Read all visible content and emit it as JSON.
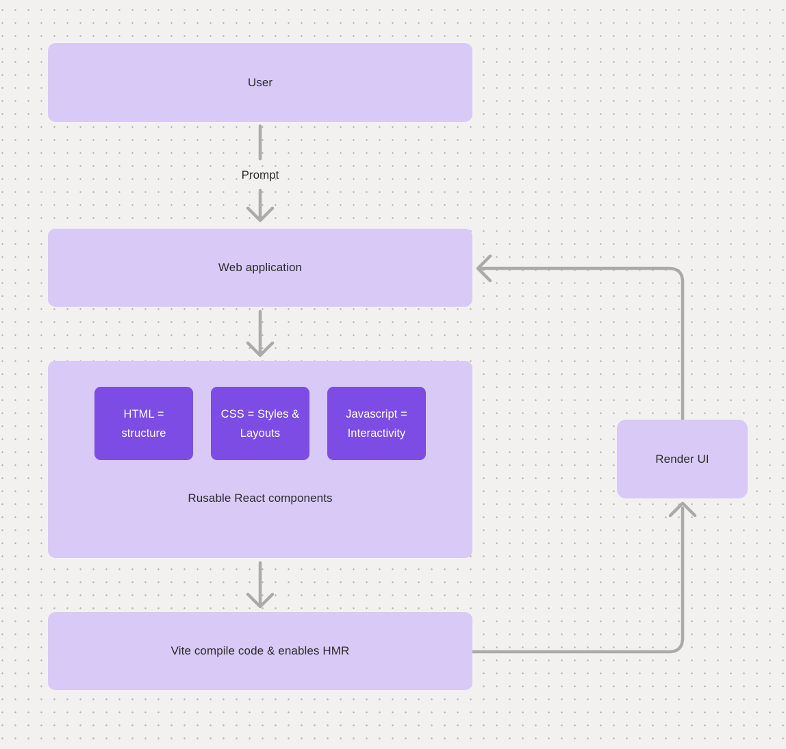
{
  "colors": {
    "canvas_bg": "#f2f1f0",
    "dot": "#b9b7b5",
    "node_fill": "#d8c9f6",
    "inner_node_fill": "#7c4ce5",
    "connector": "#abaaa8",
    "text_dark": "#2b2b2b",
    "text_light": "#ffffff"
  },
  "nodes": {
    "user": {
      "label": "User"
    },
    "web_application": {
      "label": "Web application"
    },
    "components_group": {
      "label": "Rusable React components",
      "children": [
        {
          "label": "HTML = structure"
        },
        {
          "label": "CSS = Styles & Layouts"
        },
        {
          "label": "Javascript = Interactivity"
        }
      ]
    },
    "vite": {
      "label": "Vite compile code & enables HMR"
    },
    "render_ui": {
      "label": "Render UI"
    }
  },
  "edges": {
    "user_to_webapp": {
      "label": "Prompt"
    }
  }
}
